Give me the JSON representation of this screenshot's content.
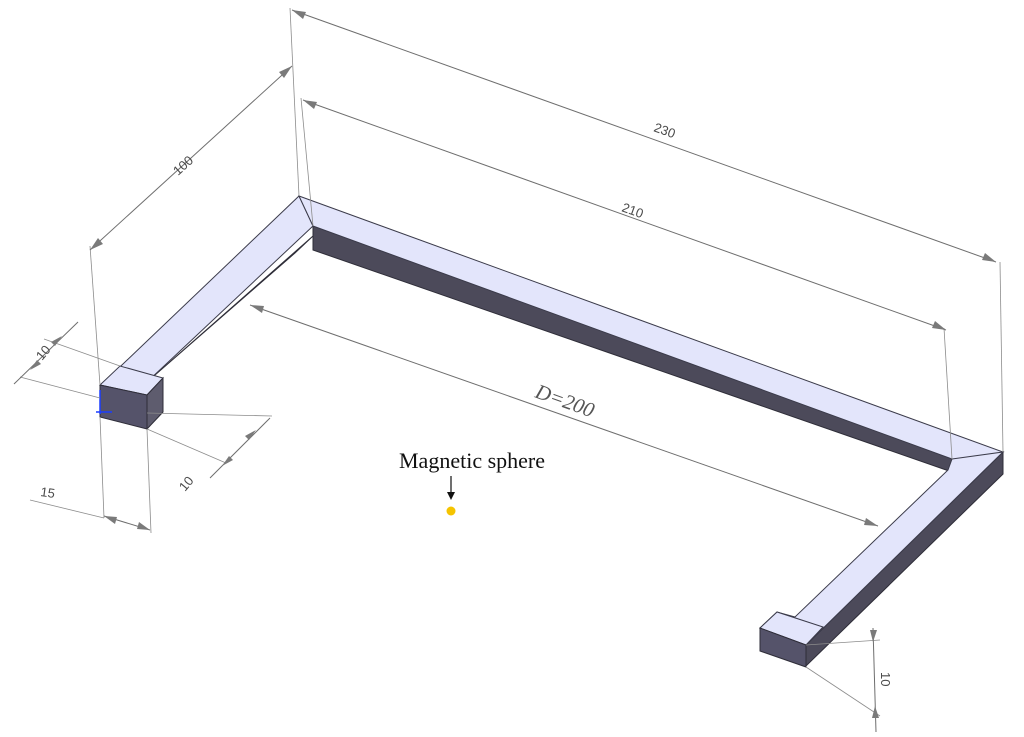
{
  "labels": {
    "dim_100": "100",
    "dim_230": "230",
    "dim_210": "210",
    "dim_D": "D=200",
    "dim_10_left_top": "10",
    "dim_10_left_bottom": "10",
    "dim_15": "15",
    "dim_10_right": "10",
    "sphere_label": "Magnetic sphere"
  },
  "colors": {
    "top_face": "#e3e5fb",
    "side_face": "#4c4a5a",
    "sphere": "#f5c400",
    "origin_axis": "#1a3cff"
  }
}
